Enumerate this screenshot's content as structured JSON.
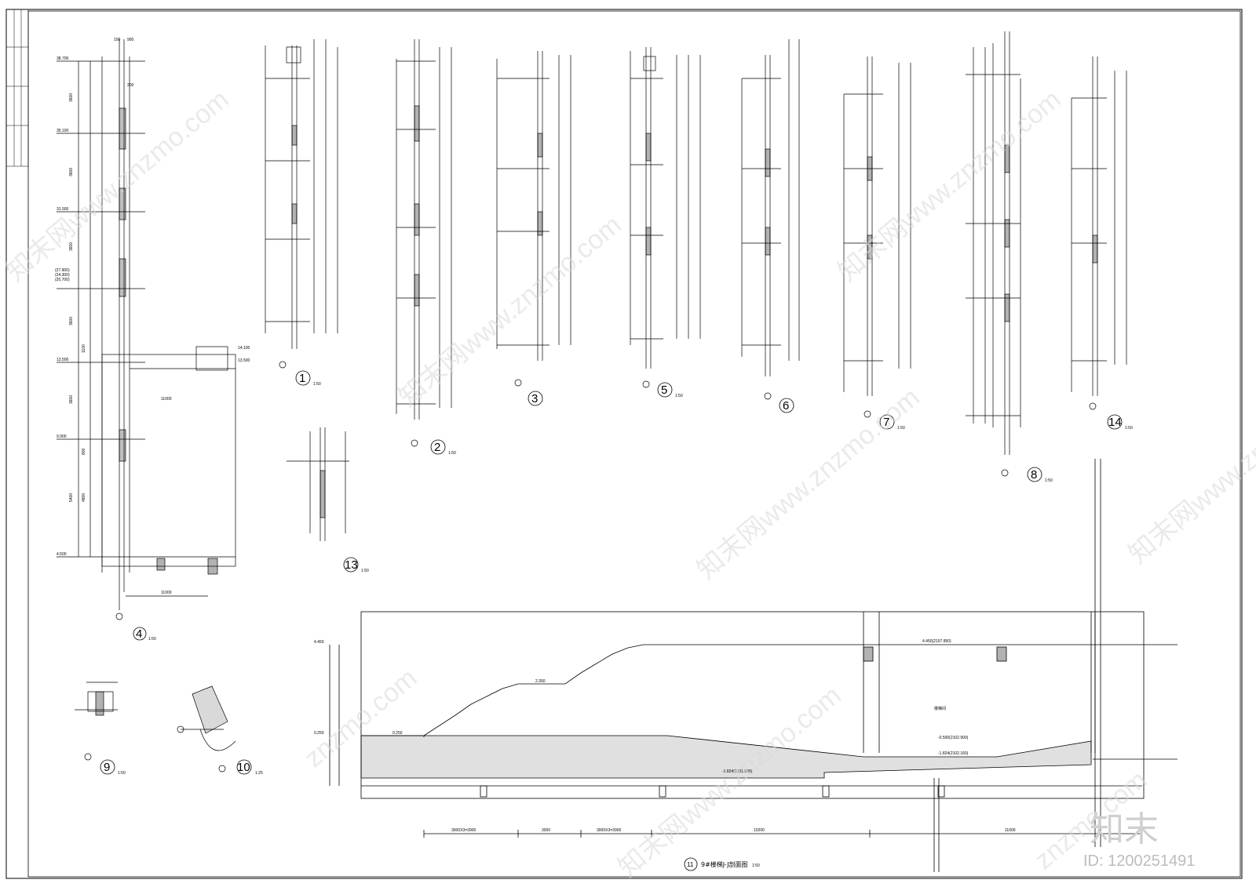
{
  "sheet": {
    "watermark": "znzmo.com",
    "watermark_cn": "知末网www.znzmo.com",
    "brand": "知末",
    "id_label": "ID: 1200251491"
  },
  "details": [
    {
      "num": "1",
      "scale": "1:50"
    },
    {
      "num": "2",
      "scale": "1:50"
    },
    {
      "num": "3",
      "scale": ""
    },
    {
      "num": "4",
      "scale": "1:50"
    },
    {
      "num": "5",
      "scale": "1:50"
    },
    {
      "num": "6",
      "scale": ""
    },
    {
      "num": "7",
      "scale": "1:50"
    },
    {
      "num": "8",
      "scale": "1:50"
    },
    {
      "num": "9",
      "scale": "1:50"
    },
    {
      "num": "10",
      "scale": "1:25"
    },
    {
      "num": "11",
      "scale": "1:50"
    },
    {
      "num": "13",
      "scale": "1:50"
    },
    {
      "num": "14",
      "scale": "1:50"
    }
  ],
  "section": {
    "title": "9#楼梯J-J剖面图",
    "elevations": [
      "4.450",
      "0.250",
      "2.350",
      "4.450(2107.850)",
      "-0.500(2102.900)",
      "-1.824(2101.586)",
      "-1.824(2102.160)"
    ],
    "room": "楼梯间",
    "bottom_dims": [
      "3000X3=3900",
      "3000",
      "3000X3=3900",
      "10200",
      "11000"
    ]
  },
  "elev4": {
    "levels": [
      "38.700",
      "35.100",
      "31.500",
      "(27.900)",
      "(24.300)",
      "(20.700)",
      "13.500",
      "9.900",
      "4.500",
      "14.100",
      "13.500"
    ],
    "dims": [
      "3600",
      "3600",
      "3600",
      "3600",
      "3600",
      "5400",
      "4800",
      "1100",
      "800",
      "11000",
      "11000",
      "100",
      "900",
      "200"
    ]
  }
}
